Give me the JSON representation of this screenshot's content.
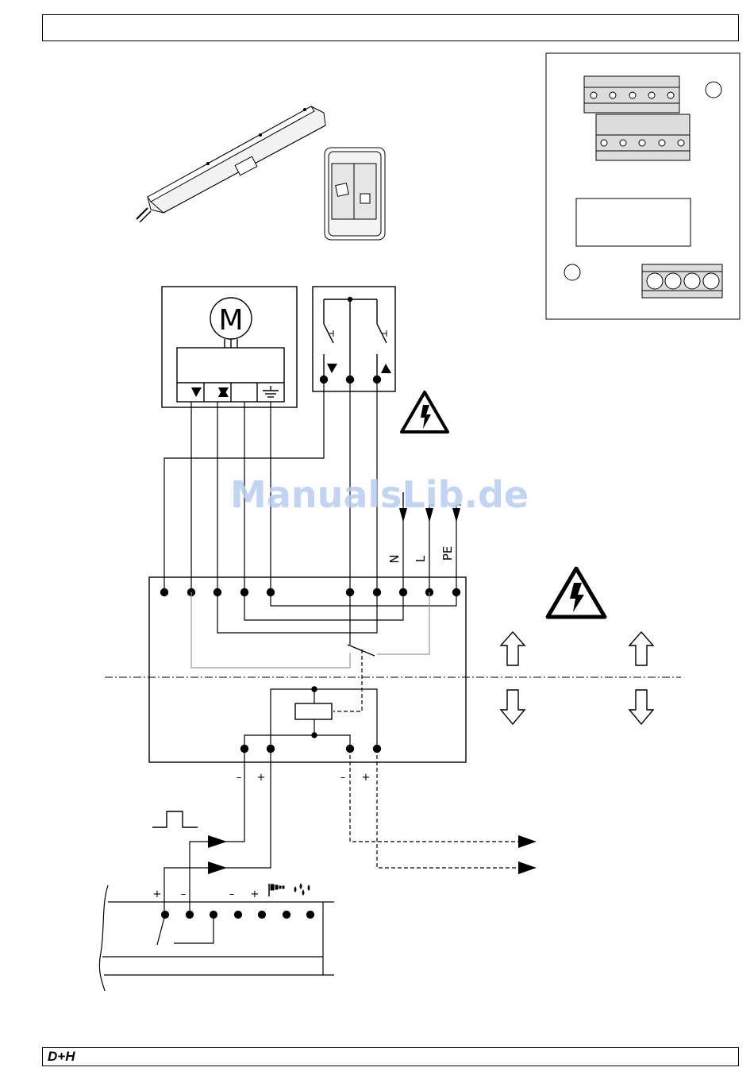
{
  "header": {
    "title": ""
  },
  "footer": {
    "logo_text": "D+H"
  },
  "watermark": {
    "text": "ManualsLib.de"
  },
  "motor": {
    "symbol": "M"
  },
  "mains": {
    "labels": [
      "N",
      "L",
      "PE"
    ]
  },
  "control_terminals": {
    "left_pair": [
      "–",
      "+"
    ],
    "right_pair": [
      "–",
      "+"
    ]
  },
  "lower_unit_terminals": [
    "+",
    "–",
    "–",
    "+"
  ],
  "icons": [
    "warning-high-voltage-icon",
    "arrow-up-icon",
    "arrow-down-icon",
    "wind-sensor-icon",
    "rain-sensor-icon",
    "pulse-signal-icon"
  ]
}
